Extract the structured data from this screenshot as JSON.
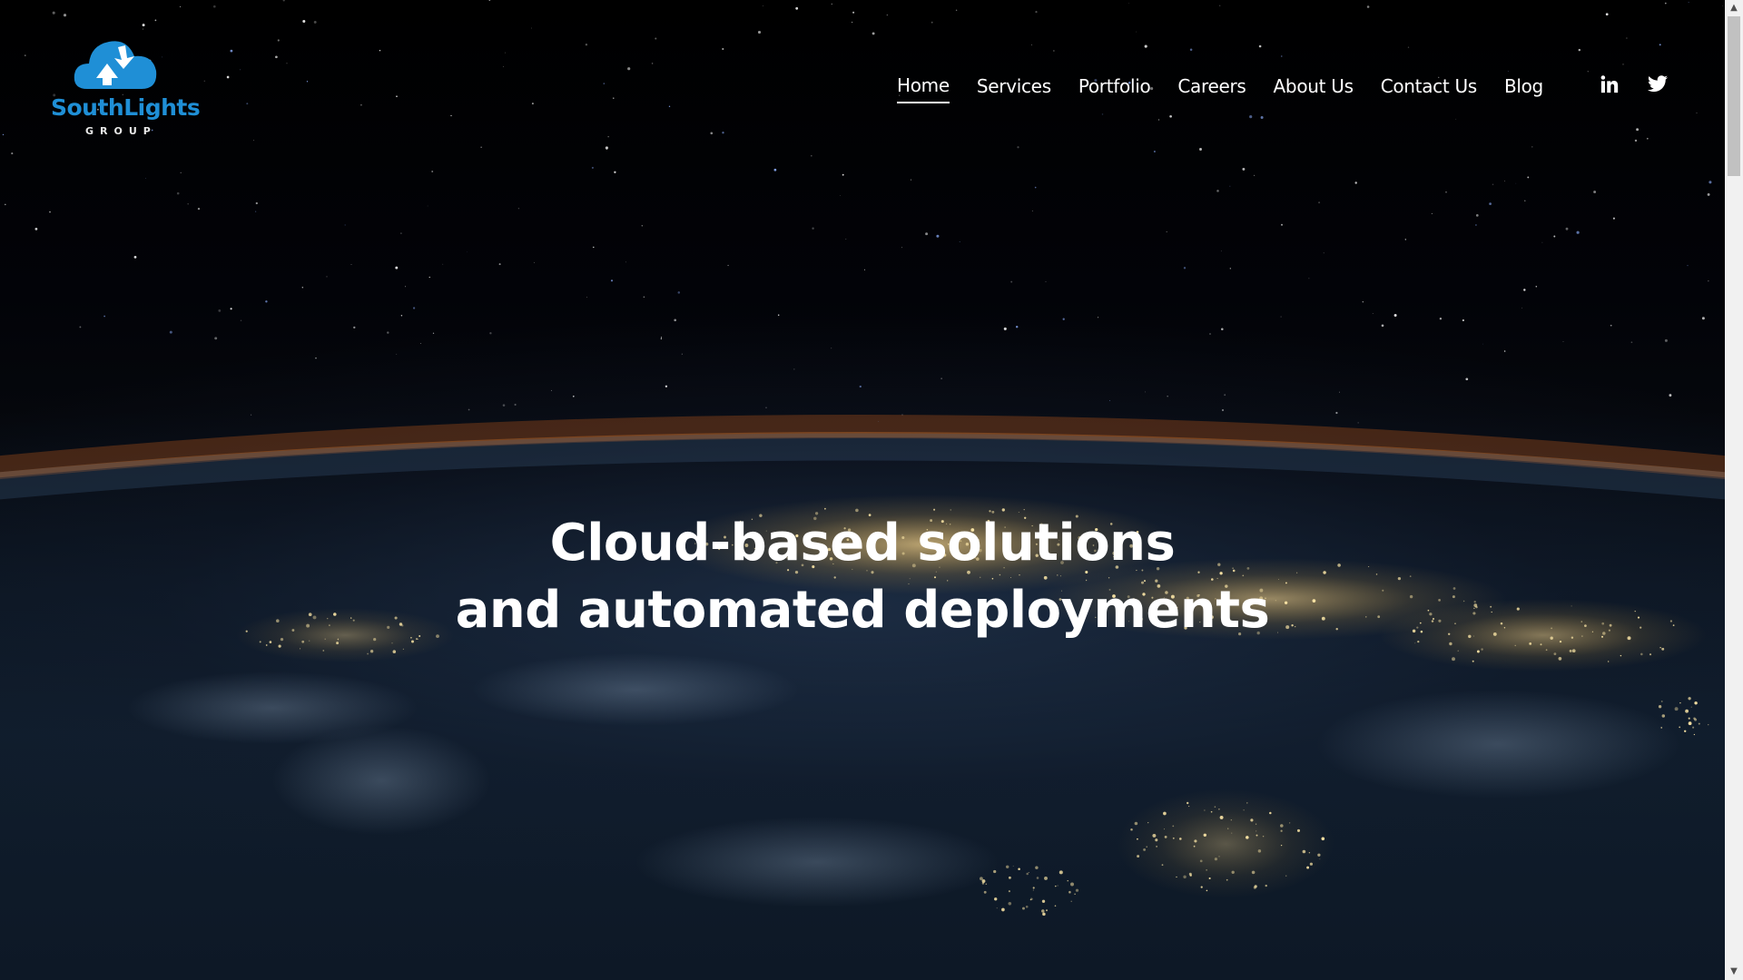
{
  "logo": {
    "name": "SouthLights",
    "sub": "GROUP",
    "colors": {
      "cloud": "#1f8fd6",
      "name": "#1f8fd6",
      "sub": "#e8e8e8"
    }
  },
  "nav": {
    "items": [
      {
        "label": "Home",
        "active": true
      },
      {
        "label": "Services",
        "active": false
      },
      {
        "label": "Portfolio",
        "active": false
      },
      {
        "label": "Careers",
        "active": false
      },
      {
        "label": "About Us",
        "active": false
      },
      {
        "label": "Contact Us",
        "active": false
      },
      {
        "label": "Blog",
        "active": false
      }
    ]
  },
  "social": [
    {
      "icon": "linkedin-icon"
    },
    {
      "icon": "twitter-icon"
    }
  ],
  "hero": {
    "line1": "Cloud-based solutions",
    "line2": "and automated deployments",
    "background": "night-earth-from-space"
  },
  "scrollbar": {
    "up_arrow": "▲",
    "down_arrow": "▼"
  }
}
